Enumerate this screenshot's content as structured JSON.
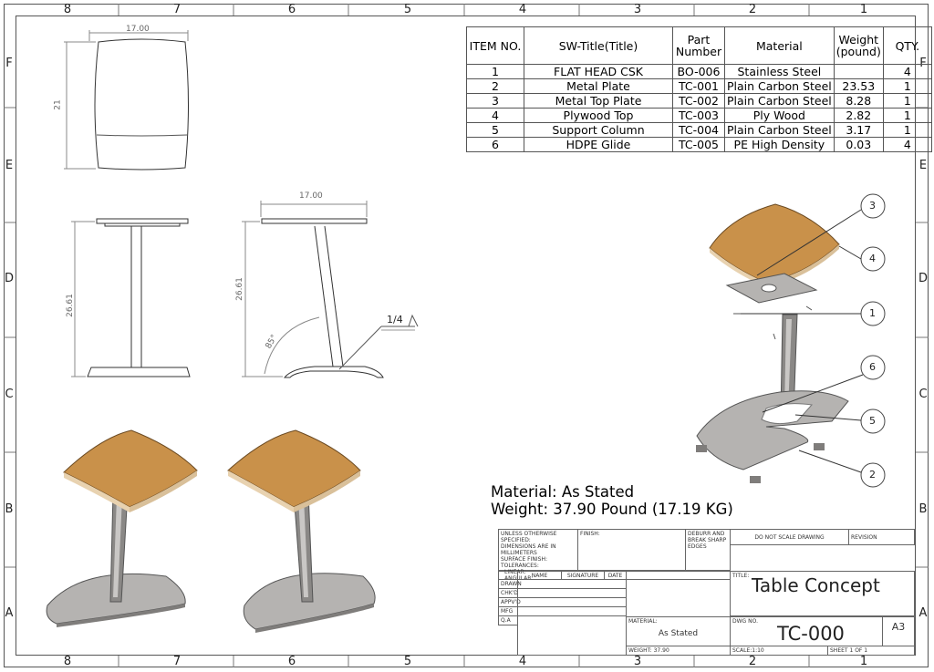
{
  "zones": {
    "cols": [
      "8",
      "7",
      "6",
      "5",
      "4",
      "3",
      "2",
      "1"
    ],
    "rows": [
      "F",
      "E",
      "D",
      "C",
      "B",
      "A"
    ]
  },
  "bom": {
    "headers": {
      "item_no": "ITEM NO.",
      "title": "SW-Title(Title)",
      "part_number_1": "Part",
      "part_number_2": "Number",
      "material": "Material",
      "weight_1": "Weight",
      "weight_2": "(pound)",
      "qty": "QTY."
    },
    "rows": [
      {
        "item": "1",
        "title": "FLAT HEAD CSK",
        "part": "BO-006",
        "material": "Stainless Steel",
        "weight": "",
        "qty": "4"
      },
      {
        "item": "2",
        "title": "Metal Plate",
        "part": "TC-001",
        "material": "Plain Carbon Steel",
        "weight": "23.53",
        "qty": "1"
      },
      {
        "item": "3",
        "title": "Metal Top Plate",
        "part": "TC-002",
        "material": "Plain Carbon Steel",
        "weight": "8.28",
        "qty": "1"
      },
      {
        "item": "4",
        "title": "Plywood Top",
        "part": "TC-003",
        "material": "Ply Wood",
        "weight": "2.82",
        "qty": "1"
      },
      {
        "item": "5",
        "title": "Support Column",
        "part": "TC-004",
        "material": "Plain Carbon Steel",
        "weight": "3.17",
        "qty": "1"
      },
      {
        "item": "6",
        "title": "HDPE Glide",
        "part": "TC-005",
        "material": "PE High Density",
        "weight": "0.03",
        "qty": "4"
      }
    ]
  },
  "dimensions": {
    "top_width": "17.00",
    "top_depth": "21",
    "front_height": "26.61",
    "side_width": "17.00",
    "side_height": "26.61",
    "angle": "85°",
    "weld": "1/4"
  },
  "balloons": [
    "3",
    "4",
    "1",
    "6",
    "5",
    "2"
  ],
  "material_note": {
    "material": "Material: As Stated",
    "weight": "Weight: 37.90 Pound (17.19 KG)"
  },
  "title_block": {
    "unless": "UNLESS OTHERWISE SPECIFIED:",
    "dims": "DIMENSIONS ARE IN MILLIMETERS",
    "surface": "SURFACE FINISH:",
    "tolerances": "TOLERANCES:",
    "linear": "LINEAR:",
    "angular": "ANGULAR:",
    "finish": "FINISH:",
    "deburr_1": "DEBURR AND",
    "deburr_2": "BREAK SHARP",
    "deburr_3": "EDGES",
    "do_not_scale": "DO NOT SCALE DRAWING",
    "revision": "REVISION",
    "name": "NAME",
    "signature": "SIGNATURE",
    "date": "DATE",
    "drawn": "DRAWN",
    "chkd": "CHK'D",
    "appvd": "APPV'D",
    "mfg": "MFG",
    "qa": "Q.A",
    "title_label": "TITLE:",
    "title": "Table Concept",
    "material_label": "MATERIAL:",
    "material": "As Stated",
    "dwg_no_label": "DWG NO.",
    "dwg_no": "TC-000",
    "size": "A3",
    "weight": "WEIGHT: 37.90",
    "scale": "SCALE:1:10",
    "sheet": "SHEET 1 OF 1"
  }
}
